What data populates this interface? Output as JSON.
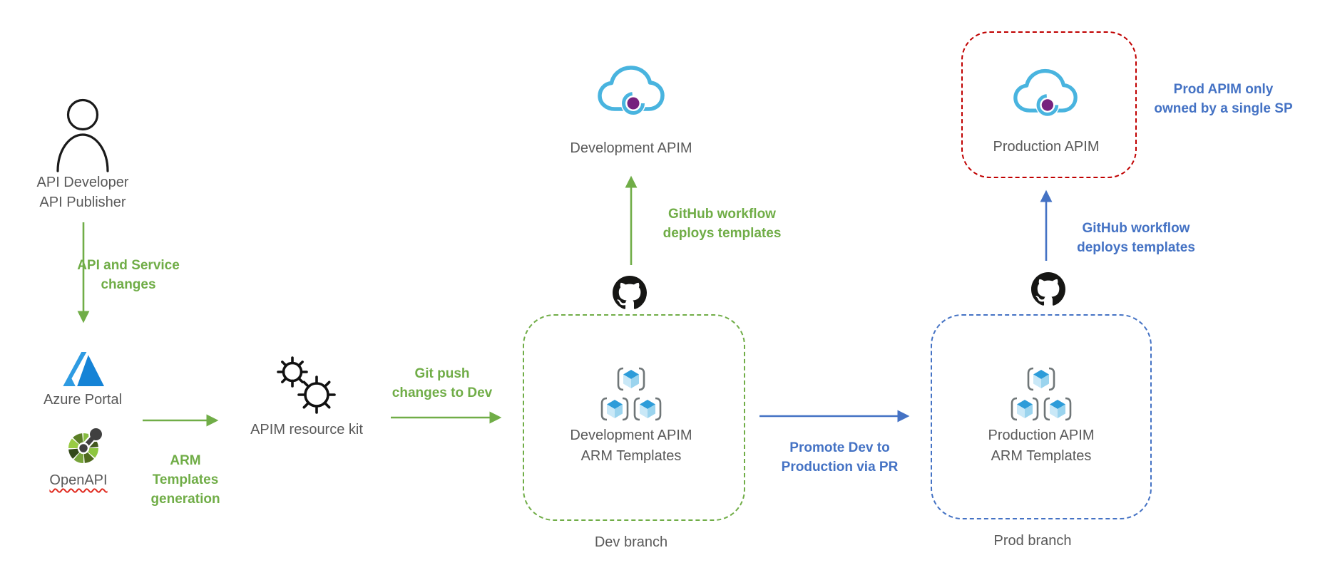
{
  "colors": {
    "flow_green": "#70AD47",
    "flow_blue": "#4472C4",
    "highlight_red": "#C00000",
    "label_gray": "#595959",
    "apim_cloud_blue": "#49B4DF",
    "apim_dot_purple": "#76217E",
    "github_black": "#161614",
    "azure_blue": "#1583D6",
    "cube_blue": "#2D9CD9"
  },
  "left_flow": {
    "developer": {
      "line1": "API Developer",
      "line2": "API Publisher"
    },
    "api_changes_label": {
      "line1": "API and Service",
      "line2": "changes"
    },
    "azure_portal_label": "Azure Portal",
    "openapi_label": "OpenAPI",
    "arm_generation_label": {
      "line1": "ARM Templates",
      "line2": "generation"
    },
    "resource_kit_label": "APIM resource kit",
    "git_push_label": {
      "line1": "Git push",
      "line2": "changes to Dev"
    }
  },
  "dev": {
    "apim_label": "Development APIM",
    "deploy_label": {
      "line1": "GitHub workflow",
      "line2": "deploys templates"
    },
    "repo_box": {
      "line1": "Development APIM",
      "line2": "ARM Templates"
    },
    "branch_label": "Dev branch"
  },
  "promote_label": {
    "line1": "Promote Dev to",
    "line2": "Production via PR"
  },
  "prod": {
    "apim_label": "Production APIM",
    "sp_note": {
      "line1": "Prod APIM only",
      "line2": "owned by a single SP"
    },
    "deploy_label": {
      "line1": "GitHub workflow",
      "line2": "deploys templates"
    },
    "repo_box": {
      "line1": "Production APIM",
      "line2": "ARM Templates"
    },
    "branch_label": "Prod branch"
  }
}
